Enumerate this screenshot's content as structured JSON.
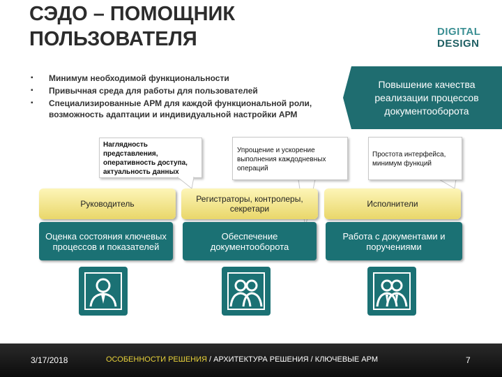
{
  "title": "СЭДО – ПОМОЩНИК ПОЛЬЗОВАТЕЛЯ",
  "logo": {
    "line1": "DIGITAL",
    "line2": "DESIGN"
  },
  "bullets": [
    "Минимум необходимой функциональности",
    "Привычная среда для работы для пользователей",
    "Специализированные АРМ для каждой функциональной роли, возможность адаптации и индивидуальной настройки АРМ"
  ],
  "goal": "Повышение качества реализации процессов документооборота",
  "callouts": [
    "Наглядность представления, оперативность доступа, актуальность данных",
    "Упрощение и ускорение выполнения каждодневных операций",
    "Простота интерфейса, минимум функций"
  ],
  "roles": [
    "Руководитель",
    "Регистраторы, контролеры, секретари",
    "Исполнители"
  ],
  "tasks": [
    "Оценка состояния ключевых процессов и показателей",
    "Обеспечение документооборота",
    "Работа с документами и поручениями"
  ],
  "footer": {
    "date": "3/17/2018",
    "nav_active": "ОСОБЕННОСТИ РЕШЕНИЯ",
    "separator": " / ",
    "nav_2": "АРХИТЕКТУРА РЕШЕНИЯ",
    "nav_3": "КЛЮЧЕВЫЕ АРМ",
    "page": "7"
  },
  "icons": [
    "manager-icon",
    "group-icon",
    "executors-icon"
  ],
  "colors": {
    "teal": "#1b7174",
    "role_gold": "#e9d76a",
    "nav_active": "#e8d23a"
  }
}
